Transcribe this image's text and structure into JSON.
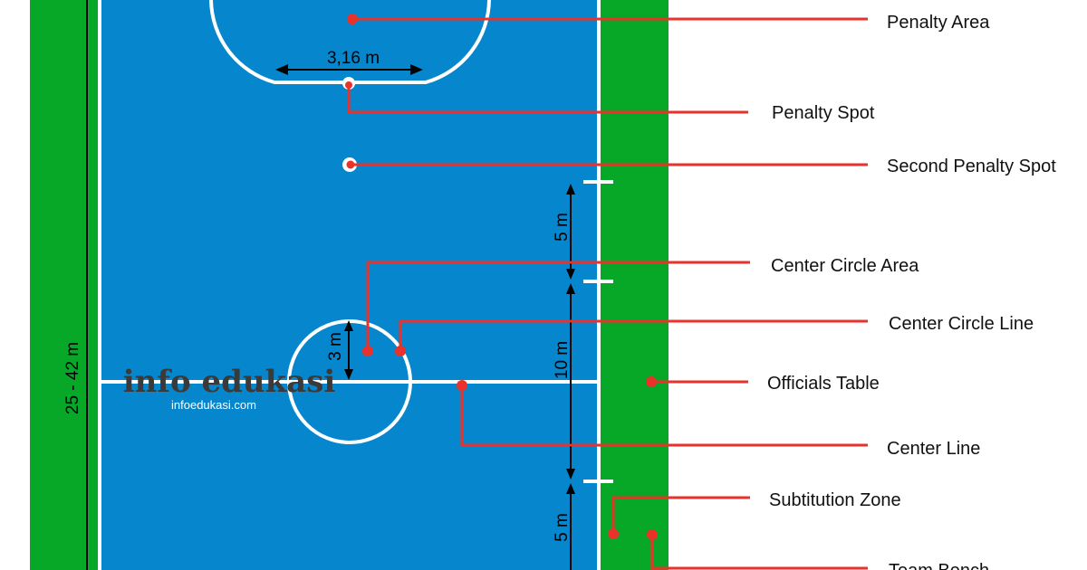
{
  "labels": {
    "penalty_area": "Penalty Area",
    "penalty_spot": "Penalty Spot",
    "second_penalty_spot": "Second Penalty Spot",
    "center_circle_area": "Center Circle Area",
    "center_circle_line": "Center Circle Line",
    "officials_table": "Officials Table",
    "center_line": "Center Line",
    "substitution_zone": "Subtitution Zone",
    "team_bench": "Team Bench"
  },
  "dimensions": {
    "penalty_width": "3,16 m",
    "zone_top": "5 m",
    "zone_mid": "10 m",
    "zone_bottom": "5 m",
    "circle_radius": "3 m",
    "court_width": "25 - 42 m"
  },
  "watermark": {
    "title": "info edukasi",
    "url": "infoedukasi.com"
  },
  "colors": {
    "court": "#0686cc",
    "grass": "#07a827",
    "lines": "#ffffff",
    "pointer": "#e8322b"
  }
}
